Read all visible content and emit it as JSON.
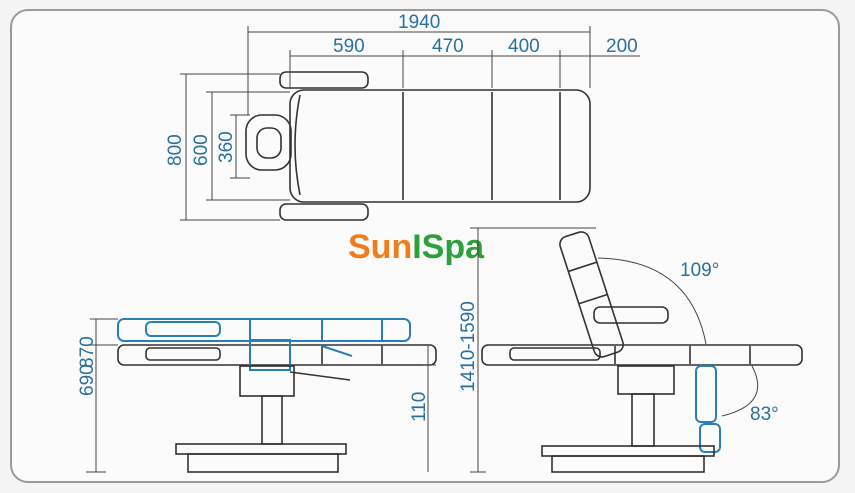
{
  "brand": {
    "logo_prefix": "Sun",
    "logo_mid": "I",
    "logo_suffix": "Spa",
    "color_orange": "#f07d1c",
    "color_green": "#2ca03a"
  },
  "top_view": {
    "total_length": "1940",
    "segment_1": "590",
    "segment_2": "470",
    "segment_3": "400",
    "segment_4": "200",
    "width_outer": "800",
    "width_inner": "600",
    "face_hole": "360"
  },
  "side_view": {
    "height_top": "870",
    "height_bottom": "690",
    "lift": "110"
  },
  "chair_view": {
    "height_range": "1410-1590",
    "back_angle": "109°",
    "leg_angle": "83°"
  },
  "colors": {
    "dimension_text": "#2b6fa0",
    "outline": "#333333",
    "accent_blue": "#2b7fb8"
  }
}
